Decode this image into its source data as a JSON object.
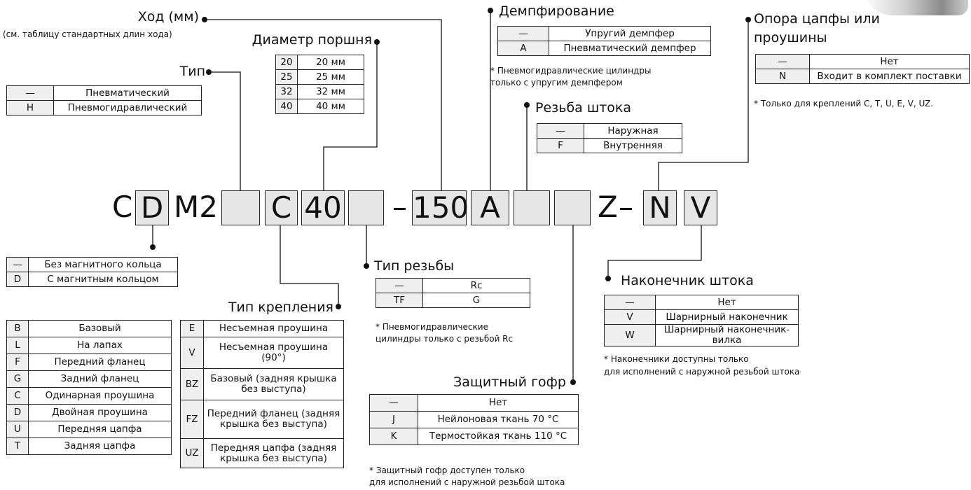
{
  "code": {
    "c": "C",
    "d": "D",
    "m2": "M2",
    "box3": "",
    "mount": "C",
    "bore": "40",
    "box6": "",
    "dash1": "–",
    "stroke": "150",
    "cushion": "A",
    "box9": "",
    "box10": "",
    "z": "Z",
    "dash2": "–",
    "pivot": "N",
    "rodend": "V"
  },
  "stroke": {
    "title": "Ход (мм)",
    "note": "(см. таблицу стандартных длин хода)"
  },
  "bore": {
    "title": "Диаметр поршня",
    "rows": [
      [
        "20",
        "20 мм"
      ],
      [
        "25",
        "25 мм"
      ],
      [
        "32",
        "32 мм"
      ],
      [
        "40",
        "40 мм"
      ]
    ]
  },
  "type": {
    "title": "Тип",
    "rows": [
      [
        "—",
        "Пневматический"
      ],
      [
        "H",
        "Пневмогидравлический"
      ]
    ]
  },
  "cushion": {
    "title": "Демпфирование",
    "rows": [
      [
        "—",
        "Упругий демпфер"
      ],
      [
        "A",
        "Пневматический демпфер"
      ]
    ],
    "note1": "* Пневмогидравлические цилиндры",
    "note2": "только с упругим демпфером"
  },
  "rod_thread": {
    "title": "Резьба штока",
    "rows": [
      [
        "—",
        "Наружная"
      ],
      [
        "F",
        "Внутренняя"
      ]
    ]
  },
  "pivot": {
    "title1": "Опора цапфы или",
    "title2": "проушины",
    "rows": [
      [
        "—",
        "Нет"
      ],
      [
        "N",
        "Входит в комплект поставки"
      ]
    ],
    "note": "* Только для креплений C, T, U, E, V, UZ."
  },
  "magnet": {
    "rows": [
      [
        "—",
        "Без магнитного кольца"
      ],
      [
        "D",
        "С магнитным кольцом"
      ]
    ]
  },
  "mounting": {
    "title": "Тип крепления",
    "left": [
      [
        "B",
        "Базовый"
      ],
      [
        "L",
        "На лапах"
      ],
      [
        "F",
        "Передний фланец"
      ],
      [
        "G",
        "Задний фланец"
      ],
      [
        "C",
        "Одинарная проушина"
      ],
      [
        "D",
        "Двойная проушина"
      ],
      [
        "U",
        "Передняя цапфа"
      ],
      [
        "T",
        "Задняя цапфа"
      ]
    ],
    "right": [
      [
        "E",
        "Несъемная проушина"
      ],
      [
        "V",
        "Несъемная проушина (90°)"
      ],
      [
        "BZ",
        "Базовый (задняя крышка без выступа)"
      ],
      [
        "FZ",
        "Передний фланец (задняя крышка без выступа)"
      ],
      [
        "UZ",
        "Передняя цапфа (задняя крышка без выступа)"
      ]
    ]
  },
  "port_thread": {
    "title": "Тип резьбы",
    "rows": [
      [
        "—",
        "Rc"
      ],
      [
        "TF",
        "G"
      ]
    ],
    "note1": "* Пневмогидравлические",
    "note2": "цилиндры только с резьбой Rc"
  },
  "boot": {
    "title": "Защитный гофр",
    "rows": [
      [
        "—",
        "Нет"
      ],
      [
        "J",
        "Нейлоновая ткань 70 °C"
      ],
      [
        "K",
        "Термостойкая ткань 110 °C"
      ]
    ],
    "note1": "* Защитный гофр доступен только",
    "note2": "для исполнений с наружной резьбой штока"
  },
  "rod_end": {
    "title": "Наконечник штока",
    "rows": [
      [
        "—",
        "Нет"
      ],
      [
        "V",
        "Шарнирный наконечник"
      ],
      [
        "W",
        "Шарнирный наконечник-вилка"
      ]
    ],
    "note1": "* Наконечники доступны только",
    "note2": "для исполнений с наружной резьбой штока"
  }
}
